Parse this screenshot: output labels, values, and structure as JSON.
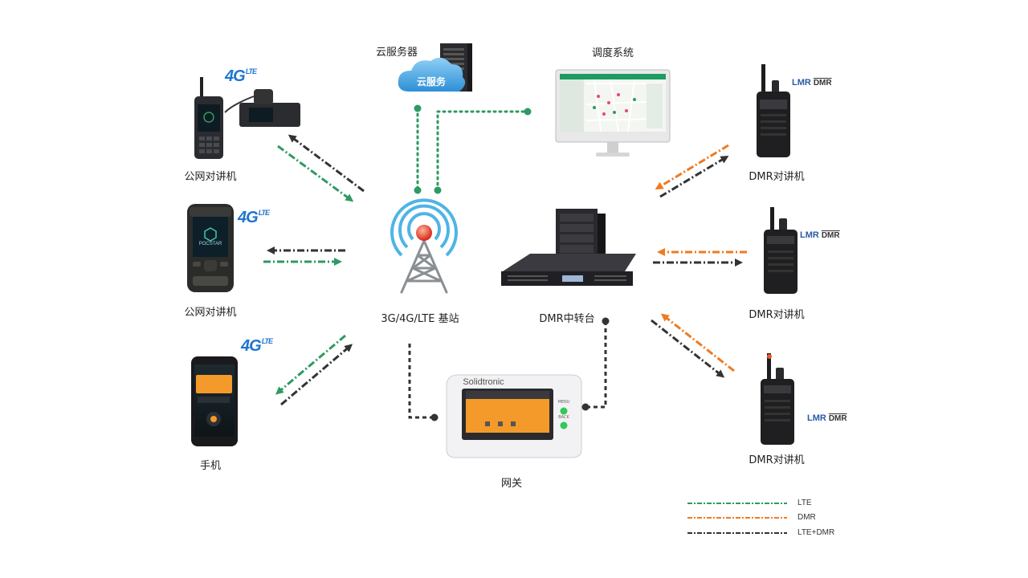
{
  "nodes": {
    "cloud_server": "云服务器",
    "cloud_badge": "云服务",
    "dispatch": "调度系统",
    "base_station": "3G/4G/LTE 基站",
    "repeater": "DMR中转台",
    "gateway": "网关",
    "gateway_brand": "Solidtronic",
    "gateway_menu": "MENU",
    "gateway_back": "BACK",
    "poc1": "公网对讲机",
    "poc2": "公网对讲机",
    "poc2_brand": "POCSTAR",
    "phone": "手机",
    "dmr1": "DMR对讲机",
    "dmr2": "DMR对讲机",
    "dmr3": "DMR对讲机"
  },
  "badges": {
    "g4": "4G",
    "lte": "LTE",
    "lmr": "LMR",
    "dmr": "DMR"
  },
  "legend": {
    "lte": "LTE",
    "dmr": "DMR",
    "lte_dmr": "LTE+DMR"
  },
  "colors": {
    "lte": "#2e9a62",
    "dmr": "#f07a20",
    "mixed": "#333333"
  }
}
